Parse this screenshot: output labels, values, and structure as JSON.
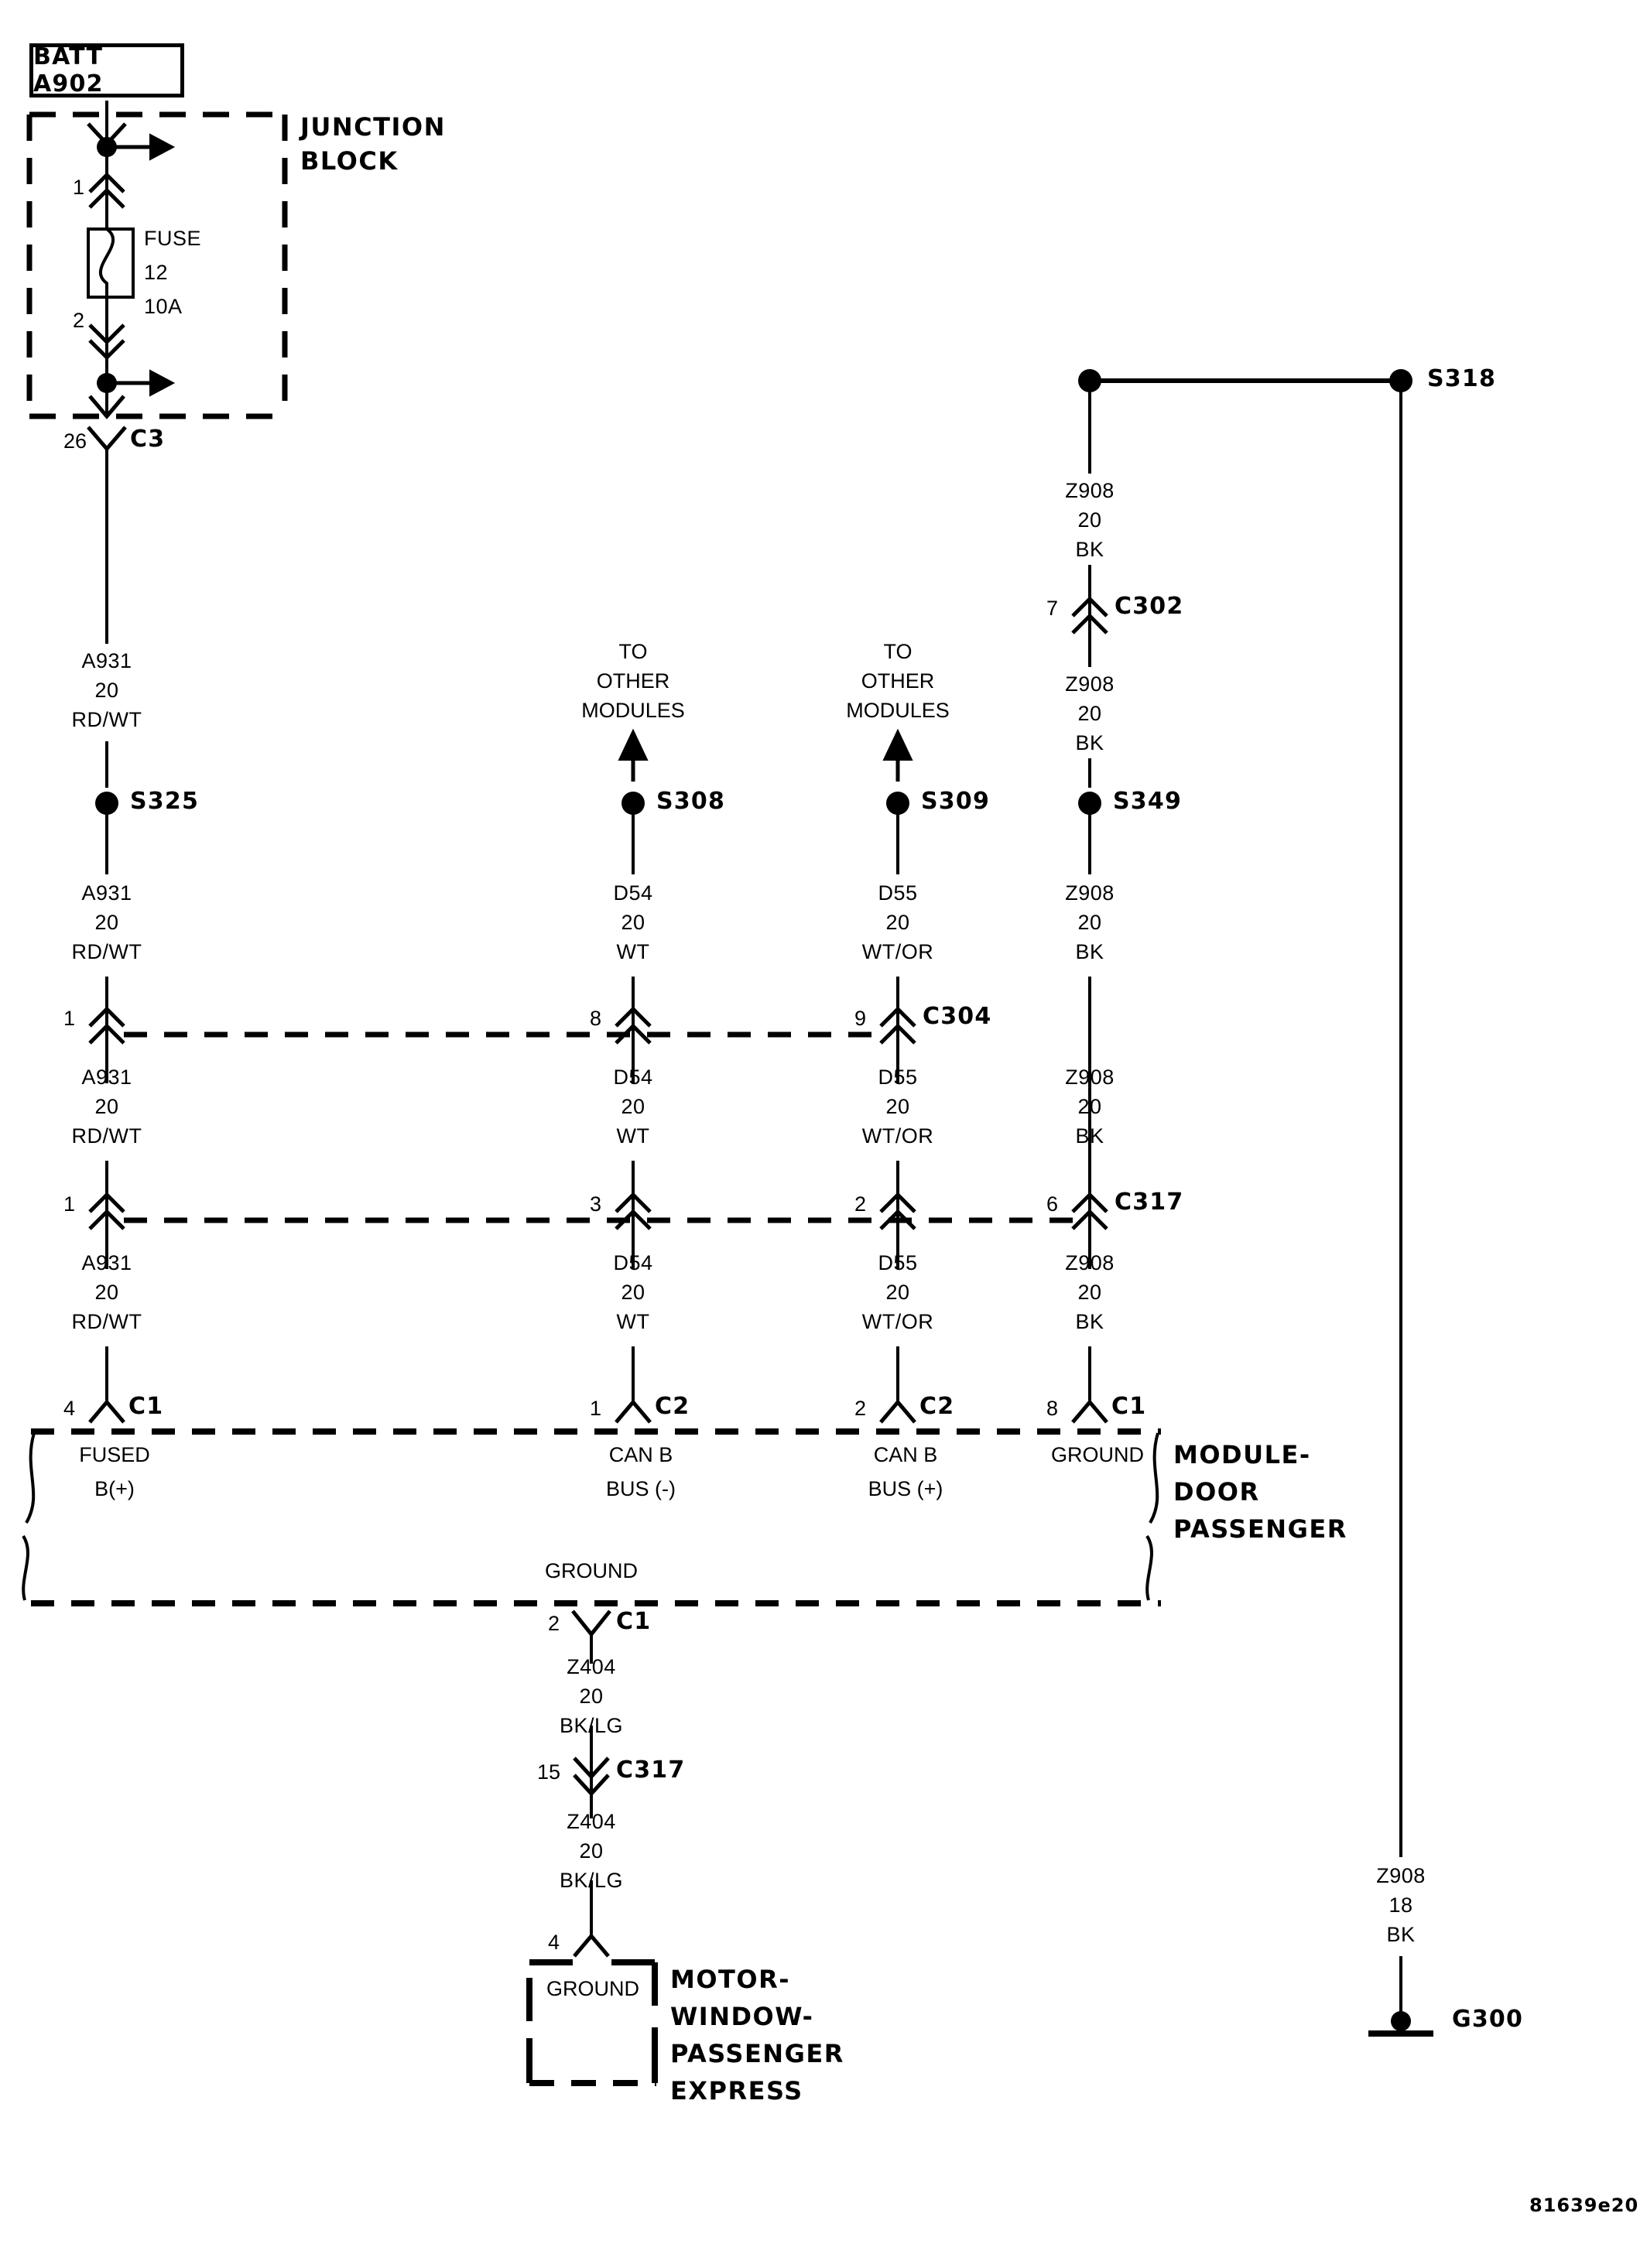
{
  "diagram": {
    "code": "81639e20",
    "source_label": "BATT A902"
  },
  "junction_block": {
    "title_line1": "JUNCTION",
    "title_line2": "BLOCK",
    "fuse_label": "FUSE",
    "fuse_number": "12",
    "fuse_rating": "10A",
    "pin_in": "1",
    "pin_out": "2",
    "exit_pin": "26",
    "exit_connector": "C3"
  },
  "modules_note": {
    "line1": "TO",
    "line2": "OTHER",
    "line3": "MODULES"
  },
  "splices": {
    "s325": "S325",
    "s308": "S308",
    "s309": "S309",
    "s349": "S349",
    "s318": "S318",
    "g300": "G300"
  },
  "wires": {
    "a931_top": {
      "id": "A931",
      "gauge": "20",
      "color": "RD/WT"
    },
    "a931_mid": {
      "id": "A931",
      "gauge": "20",
      "color": "RD/WT"
    },
    "a931_low": {
      "id": "A931",
      "gauge": "20",
      "color": "RD/WT"
    },
    "a931_bot": {
      "id": "A931",
      "gauge": "20",
      "color": "RD/WT"
    },
    "d54_mid": {
      "id": "D54",
      "gauge": "20",
      "color": "WT"
    },
    "d54_low": {
      "id": "D54",
      "gauge": "20",
      "color": "WT"
    },
    "d54_bot": {
      "id": "D54",
      "gauge": "20",
      "color": "WT"
    },
    "d55_mid": {
      "id": "D55",
      "gauge": "20",
      "color": "WT/OR"
    },
    "d55_low": {
      "id": "D55",
      "gauge": "20",
      "color": "WT/OR"
    },
    "d55_bot": {
      "id": "D55",
      "gauge": "20",
      "color": "WT/OR"
    },
    "z908_top": {
      "id": "Z908",
      "gauge": "20",
      "color": "BK"
    },
    "z908_upper": {
      "id": "Z908",
      "gauge": "20",
      "color": "BK"
    },
    "z908_mid": {
      "id": "Z908",
      "gauge": "20",
      "color": "BK"
    },
    "z908_low": {
      "id": "Z908",
      "gauge": "20",
      "color": "BK"
    },
    "z908_ground": {
      "id": "Z908",
      "gauge": "18",
      "color": "BK"
    },
    "z404_top": {
      "id": "Z404",
      "gauge": "20",
      "color": "BK/LG"
    },
    "z404_bot": {
      "id": "Z404",
      "gauge": "20",
      "color": "BK/LG"
    }
  },
  "connectors": {
    "c302": {
      "name": "C302",
      "pin": "7"
    },
    "c304": {
      "name": "C304",
      "pins": {
        "a931": "1",
        "d54": "8",
        "d55": "9"
      }
    },
    "c317_mid": {
      "name": "C317",
      "pins": {
        "a931": "1",
        "d54": "3",
        "d55": "2",
        "z908": "6"
      }
    },
    "c317_ground": {
      "name": "C317",
      "pin": "15"
    },
    "module_c1_power": {
      "name": "C1",
      "pin": "4"
    },
    "module_c2_neg": {
      "name": "C2",
      "pin": "1"
    },
    "module_c2_pos": {
      "name": "C2",
      "pin": "2"
    },
    "module_c1_ground": {
      "name": "C1",
      "pin": "8"
    },
    "module_c1_ground_out": {
      "name": "C1",
      "pin": "2"
    },
    "motor_pin": "4"
  },
  "module_door_passenger": {
    "title_line1": "MODULE-",
    "title_line2": "DOOR",
    "title_line3": "PASSENGER",
    "pin_functions": {
      "fused_b_line1": "FUSED",
      "fused_b_line2": "B(+)",
      "can_neg_line1": "CAN B",
      "can_neg_line2": "BUS (-)",
      "can_pos_line1": "CAN B",
      "can_pos_line2": "BUS (+)",
      "ground": "GROUND",
      "ground_out": "GROUND"
    }
  },
  "motor_window_passenger": {
    "title_line1": "MOTOR-",
    "title_line2": "WINDOW-",
    "title_line3": "PASSENGER",
    "title_line4": "EXPRESS",
    "pin_function": "GROUND"
  },
  "colors": {
    "ink": "#000000",
    "paper": "#ffffff"
  }
}
